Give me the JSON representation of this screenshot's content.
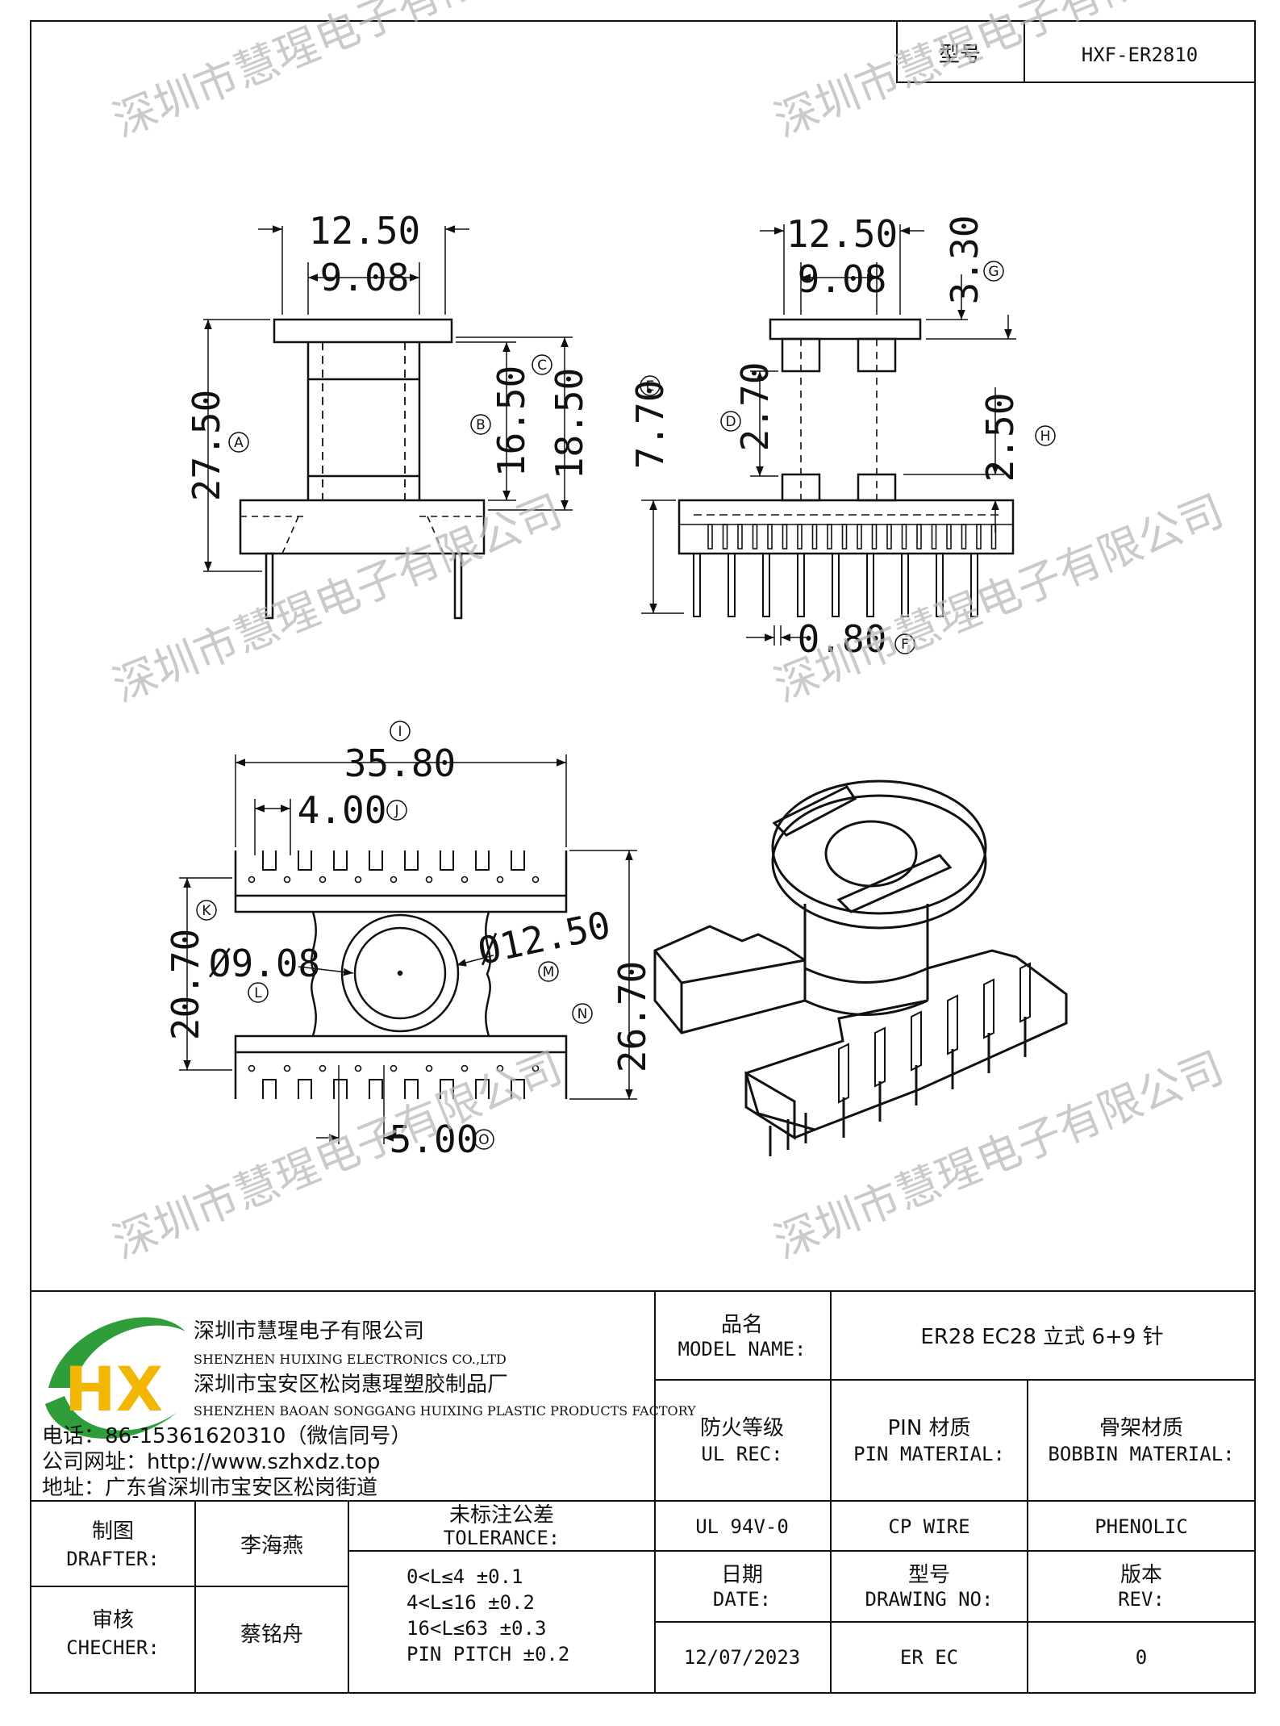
{
  "header": {
    "model_label": "型号",
    "model_value": "HXF-ER2810"
  },
  "dimensions": {
    "front_width_outer": "12.50",
    "front_width_inner": "9.08",
    "front_height_a": "27.50",
    "front_height_b": "16.50",
    "front_height_c": "18.50",
    "side_width_outer": "12.50",
    "side_width_inner": "9.08",
    "side_flange_g": "3.30",
    "side_d": "2.70",
    "side_e": "7.70",
    "side_h": "2.50",
    "side_pin_f": "0.80",
    "bottom_length_i": "35.80",
    "bottom_pitch_j": "4.00",
    "bottom_k": "20.70",
    "bottom_l": "Ø9.08",
    "bottom_m": "Ø12.50",
    "bottom_n": "26.70",
    "bottom_pitch_o": "5.00"
  },
  "markers": {
    "a": "A",
    "b": "B",
    "c": "C",
    "d": "D",
    "e": "E",
    "f": "F",
    "g": "G",
    "h": "H",
    "i": "I",
    "j": "J",
    "k": "K",
    "l": "L",
    "m": "M",
    "n": "N",
    "o": "O"
  },
  "watermark": "深圳市慧瑆电子有限公司",
  "logo_text": "HX",
  "company": {
    "name_cn": "深圳市慧瑆电子有限公司",
    "name_en": "SHENZHEN HUIXING ELECTRONICS CO.,LTD",
    "factory_cn": "深圳市宝安区松岗惠瑆塑胶制品厂",
    "factory_en": "SHENZHEN BAOAN SONGGANG HUIXING PLASTIC PRODUCTS FACTORY",
    "phone": "电话：86-15361620310（微信同号）",
    "website": "公司网址：http://www.szhxdz.top",
    "address": "地址：广东省深圳市宝安区松岗街道"
  },
  "title_block": {
    "drafter_cn": "制图",
    "drafter_en": "DRAFTER:",
    "drafter_name": "李海燕",
    "checker_cn": "审核",
    "checker_en": "CHECHER:",
    "checker_name": "蔡铭舟",
    "tolerance_cn": "未标注公差",
    "tolerance_en": "TOLERANCE:",
    "tolerance_1": "0<L≤4   ±0.1",
    "tolerance_2": "4<L≤16  ±0.2",
    "tolerance_3": "16<L≤63  ±0.3",
    "tolerance_4": "PIN PITCH ±0.2",
    "model_name_cn": "品名",
    "model_name_en": "MODEL NAME:",
    "model_name_value": "ER28 EC28 立式 6+9 针",
    "ul_cn": "防火等级",
    "ul_en": "UL REC:",
    "ul_value": "UL 94V-0",
    "pin_cn": "PIN 材质",
    "pin_en": "PIN MATERIAL:",
    "pin_value": "CP WIRE",
    "bobbin_cn": "骨架材质",
    "bobbin_en": "BOBBIN MATERIAL:",
    "bobbin_value": "PHENOLIC",
    "date_cn": "日期",
    "date_en": "DATE:",
    "date_value": "12/07/2023",
    "drawing_cn": "型号",
    "drawing_en": "DRAWING NO:",
    "drawing_value": "ER EC",
    "rev_cn": "版本",
    "rev_en": "REV:",
    "rev_value": "0"
  }
}
